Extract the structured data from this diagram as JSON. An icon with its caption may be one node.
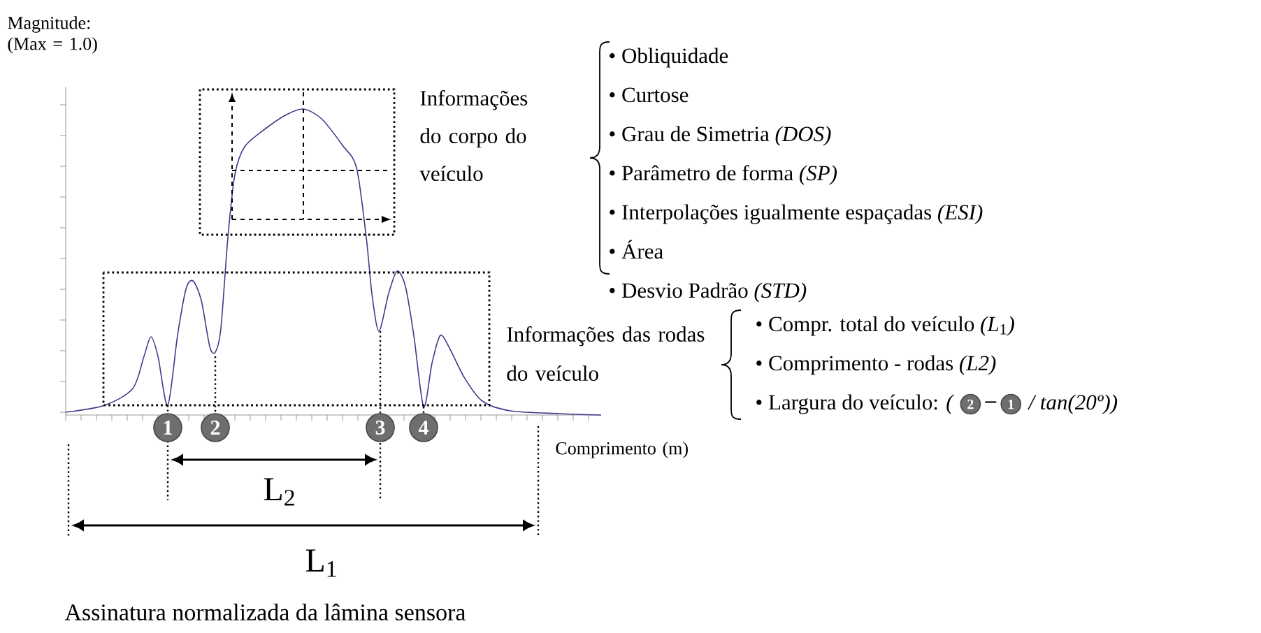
{
  "diagram": {
    "caption": "Assinatura normalizada da lâmina sensora",
    "nodes": [
      {
        "text": [
          "1"
        ]
      },
      {
        "text": [
          "2"
        ]
      },
      {
        "text": [
          "3"
        ]
      },
      {
        "text": [
          "4"
        ]
      },
      {
        "text": [
          "2"
        ]
      },
      {
        "text": [
          "1"
        ]
      }
    ],
    "labels": [
      "Magnitude: (Max = 1.0)",
      "Informações do corpo do veículo",
      "• Obliquidade",
      "• Curtose",
      "• Grau de Simetria *(DOS)*",
      "• Parâmetro de forma *(SP)*",
      "• Interpolações igualmente espaçadas *(ESI)*",
      "• Área",
      "• Desvio Padrão *(STD)*",
      "Informações das rodas do veículo",
      "• Compr. total do veículo *(L*$_{1}$*)*",
      "• Comprimento - rodas *(L2)*",
      "• Largura do veículo: *(*",
      "–",
      "*/ tan(20º))*",
      "Comprimento (m)",
      "L$_{2}$",
      "L$_{1}$"
    ]
  }
}
